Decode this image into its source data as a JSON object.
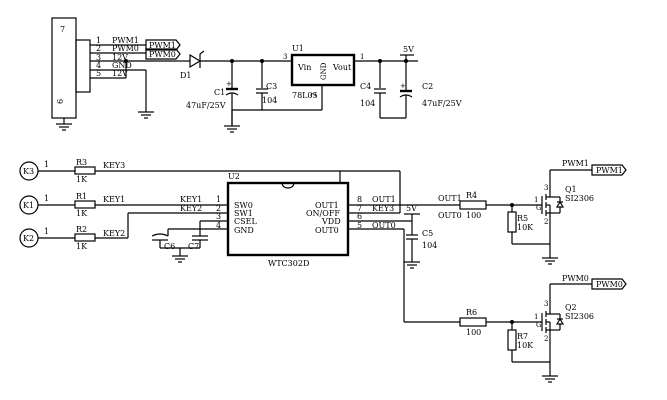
{
  "connector_j": {
    "top_label": "7",
    "side_label": "6",
    "pins": [
      {
        "num": "1",
        "net": "PWM1"
      },
      {
        "num": "2",
        "net": "PWM0"
      },
      {
        "num": "3",
        "net": "12V"
      },
      {
        "num": "4",
        "net": "GND"
      },
      {
        "num": "5",
        "net": "12V"
      }
    ],
    "ports": [
      "PWM1",
      "PWM0"
    ]
  },
  "power": {
    "d1": "D1",
    "c1": {
      "ref": "C1",
      "value": "47uF/25V"
    },
    "c3": {
      "ref": "C3",
      "value": "104"
    },
    "u1": {
      "ref": "U1",
      "vin": "Vin",
      "gnd": "GND",
      "vout": "Vout",
      "part": "78L05",
      "pin_in": "3",
      "pin_gnd": "2",
      "pin_out": "1"
    },
    "c4": {
      "ref": "C4",
      "value": "104"
    },
    "c2": {
      "ref": "C2",
      "value": "47uF/25V"
    },
    "net_5v": "5V",
    "pin_j_one": "1"
  },
  "keys": [
    {
      "ref": "K3",
      "pin": "1",
      "res": "R3",
      "val": "1K",
      "net": "KEY3"
    },
    {
      "ref": "K1",
      "pin": "1",
      "res": "R1",
      "val": "1K",
      "net": "KEY1"
    },
    {
      "ref": "K2",
      "pin": "1",
      "res": "R2",
      "val": "1K",
      "net": "KEY2"
    }
  ],
  "u2": {
    "ref": "U2",
    "part": "WTC302D",
    "left_pins": [
      {
        "name": "SW0",
        "num": "1",
        "net": "KEY1"
      },
      {
        "name": "SW1",
        "num": "2",
        "net": "KEY2"
      },
      {
        "name": "CSEL",
        "num": "3",
        "net": ""
      },
      {
        "name": "GND",
        "num": "4",
        "net": ""
      }
    ],
    "right_pins": [
      {
        "name": "OUT1",
        "num": "8",
        "net": "OUT1"
      },
      {
        "name": "ON/OFF",
        "num": "7",
        "net": "KEY3"
      },
      {
        "name": "VDD",
        "num": "6",
        "net": ""
      },
      {
        "name": "OUT0",
        "num": "5",
        "net": "OUT0"
      }
    ]
  },
  "caps_u2": {
    "c6": "C6",
    "c7": "C7",
    "c5": {
      "ref": "C5",
      "value": "104"
    },
    "net_5v": "5V"
  },
  "out_nets": {
    "out1": "OUT1",
    "out0": "OUT0"
  },
  "driver_top": {
    "r_series": {
      "ref": "R4",
      "val": "100"
    },
    "r_pull": {
      "ref": "R5",
      "val": "10K"
    },
    "q": {
      "ref": "Q1",
      "part": "SI2306"
    },
    "port": "PWM1",
    "pins": {
      "g": "1",
      "d": "3",
      "s": "2"
    },
    "gate": "G"
  },
  "driver_bot": {
    "r_series": {
      "ref": "R6",
      "val": "100"
    },
    "r_pull": {
      "ref": "R7",
      "val": "10K"
    },
    "q": {
      "ref": "Q2",
      "part": "SI2306"
    },
    "port": "PWM0",
    "pins": {
      "g": "1",
      "d": "3",
      "s": "2"
    },
    "gate": "G"
  }
}
